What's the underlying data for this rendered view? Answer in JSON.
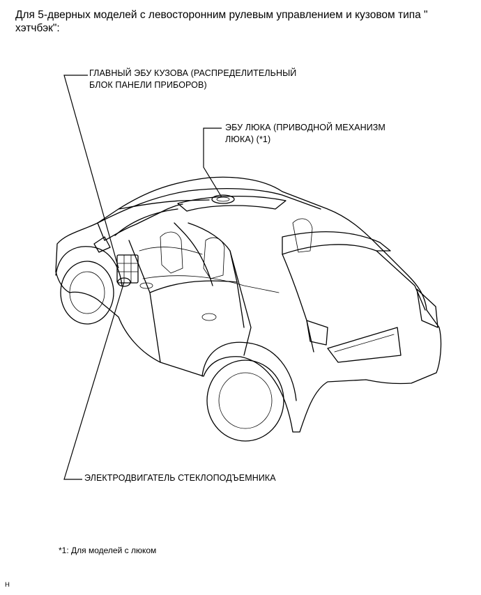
{
  "heading": {
    "line1": "Для 5-дверных моделей с левосторонним рулевым управлением и кузовом типа \"",
    "line2": "хэтчбэк\":"
  },
  "callouts": {
    "body_ecu": {
      "line1": "ГЛАВНЫЙ ЭБУ КУЗОВА (РАСПРЕДЕЛИТЕЛЬНЫЙ",
      "line2": "БЛОК ПАНЕЛИ ПРИБОРОВ)"
    },
    "sunroof_ecu": {
      "line1": "ЭБУ ЛЮКА (ПРИВОДНОЙ МЕХАНИЗМ",
      "line2": "ЛЮКА) (*1)"
    },
    "window_motor": {
      "line1": "ЭЛЕКТРОДВИГАТЕЛЬ СТЕКЛОПОДЪЕМНИКА"
    }
  },
  "footnote": "*1: Для моделей с люком",
  "corner_mark": "H"
}
